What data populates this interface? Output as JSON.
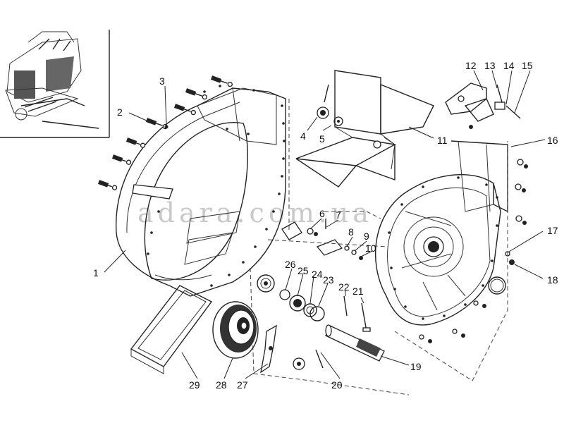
{
  "watermark": "adara.com.ua",
  "callouts": [
    "1",
    "2",
    "3",
    "4",
    "5",
    "6",
    "7",
    "8",
    "9",
    "10",
    "11",
    "12",
    "13",
    "14",
    "15",
    "16",
    "17",
    "18",
    "19",
    "20",
    "21",
    "22",
    "23",
    "24",
    "25",
    "26",
    "27",
    "28",
    "29"
  ]
}
